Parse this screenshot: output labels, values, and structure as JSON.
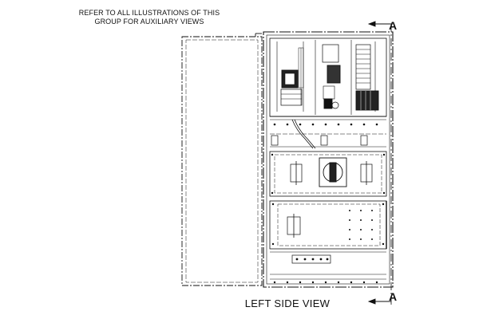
{
  "drawing": {
    "note_line1": "REFER TO ALL ILLUSTRATIONS OF THIS",
    "note_line2": "GROUP FOR AUXILIARY VIEWS",
    "view_title": "LEFT SIDE VIEW",
    "section_top": "A",
    "section_bottom": "A"
  }
}
